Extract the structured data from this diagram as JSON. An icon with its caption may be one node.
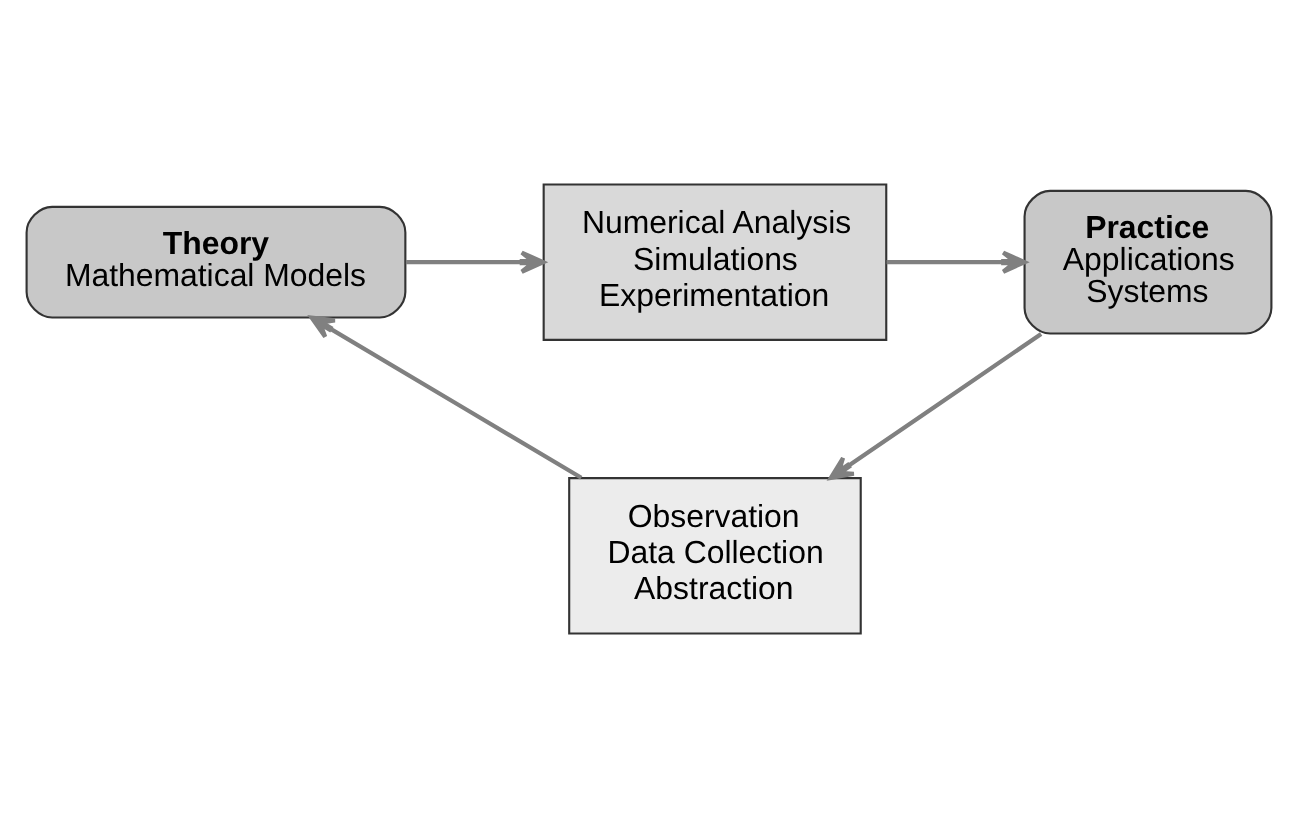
{
  "diagram": {
    "nodes": [
      {
        "text": [
          "Numerical Analysis",
          "Simulations",
          "Experimentation"
        ]
      },
      {
        "text": [
          "Theory",
          "Mathematical Models"
        ]
      },
      {
        "text": [
          "Practice",
          "Applications",
          "Systems"
        ]
      },
      {
        "text": [
          "Observation",
          "Data Collection",
          "Abstraction"
        ]
      }
    ],
    "edges": [
      {
        "from": 1,
        "to": 0,
        "arrow": "to"
      },
      {
        "from": 0,
        "to": 2,
        "arrow": "to"
      },
      {
        "from": 2,
        "to": 3,
        "arrow": "to"
      },
      {
        "from": 3,
        "to": 1,
        "arrow": "to"
      }
    ]
  }
}
